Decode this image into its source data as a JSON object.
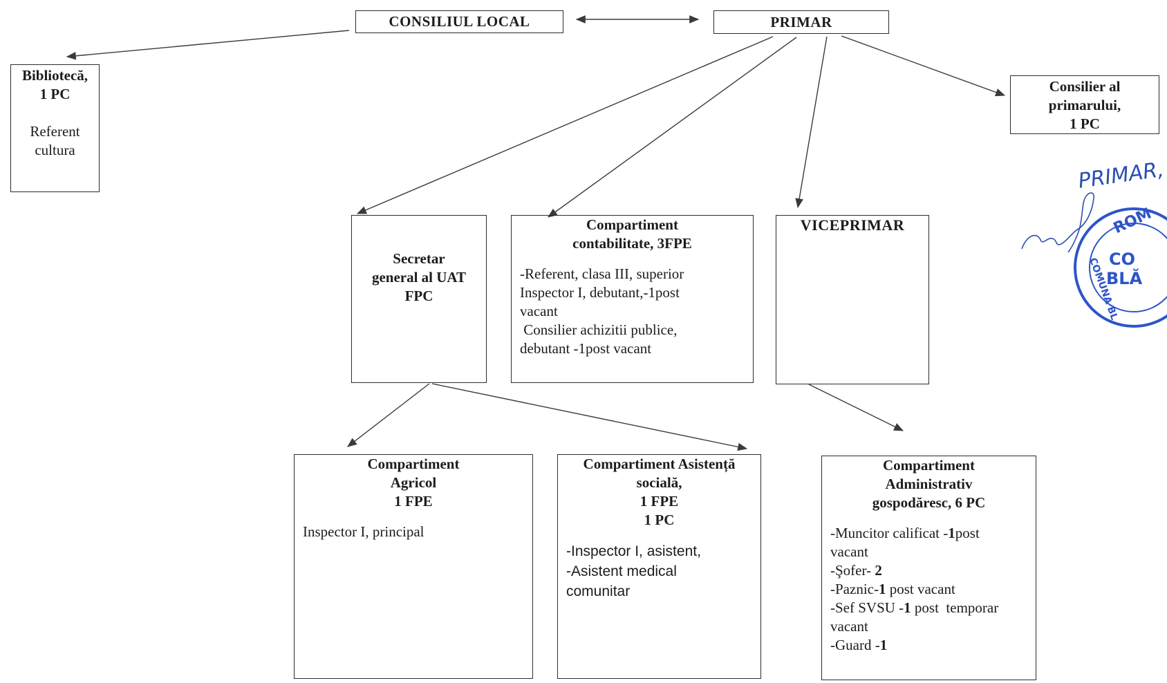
{
  "header": {
    "consiliu": "CONSILIUL LOCAL",
    "primar": "PRIMAR"
  },
  "biblioteca": {
    "title_1": "Bibliotecă,",
    "title_2": "1 PC",
    "line_1": "Referent",
    "line_2": "cultura"
  },
  "consilier": {
    "line_1": "Consilier al",
    "line_2": "primarului,",
    "line_3": "1 PC"
  },
  "secretar": {
    "line_1": "Secretar",
    "line_2": "general al UAT",
    "line_3": "FPC"
  },
  "contabilitate": {
    "title_1": "Compartiment",
    "title_2": "contabilitate, 3FPE",
    "lines": [
      "-Referent, clasa III,  superior",
      "Inspector I, debutant,-1post",
      "vacant",
      " Consilier achizitii publice,",
      "debutant -1post vacant"
    ]
  },
  "viceprimar": {
    "title": "VICEPRIMAR"
  },
  "agricol": {
    "title_1": "Compartiment",
    "title_2": "Agricol",
    "title_3": "1 FPE",
    "line_1": "Inspector I, principal"
  },
  "asistenta": {
    "title_1": "Compartiment Asistență",
    "title_2": "socială,",
    "title_3": "1 FPE",
    "title_4": "1 PC",
    "line_1": "-Inspector I, asistent,",
    "line_2": "-Asistent medical",
    "line_3": "comunitar"
  },
  "administrativ": {
    "title_1": "Compartiment",
    "title_2": "Administrativ",
    "title_3": "gospodăresc, 6 PC",
    "l1_a": "-Muncitor calificat -",
    "l1_b": "1",
    "l1_c": "post",
    "l2": "vacant",
    "l3_a": "-Şofer- ",
    "l3_b": "2",
    "l4_a": "-Paznic-",
    "l4_b": "1",
    "l4_c": " post vacant",
    "l5_a": "-Sef SVSU -",
    "l5_b": "1",
    "l5_c": " post  temporar",
    "l6": "vacant",
    "l7_a": "-Guard -",
    "l7_b": "1"
  },
  "signature": {
    "handwritten": "PRIMAR,",
    "stamp_top": "ROM",
    "stamp_mid_1": "CO",
    "stamp_mid_2": "BLĂ",
    "stamp_ring": "COMUNA BL"
  },
  "colors": {
    "ink": "#2b2b2b",
    "pen_blue": "#2a4fb0",
    "stamp_blue": "#2d55c8"
  }
}
